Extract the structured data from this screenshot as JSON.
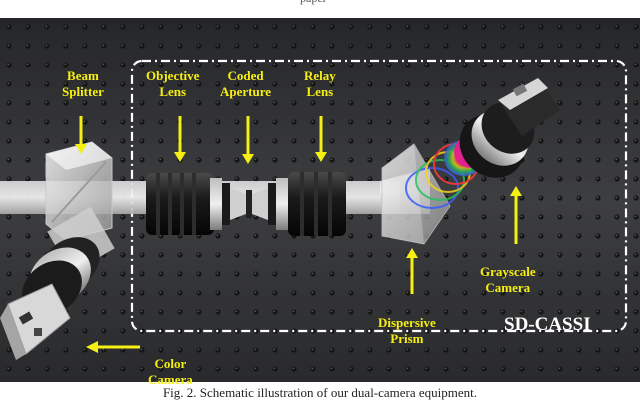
{
  "paper": {
    "header_fragment": "paper",
    "caption": "Fig. 2. Schematic illustration of our dual-camera equipment."
  },
  "labels": {
    "beam_splitter": [
      "Beam",
      "Splitter"
    ],
    "objective_lens": [
      "Objective",
      "Lens"
    ],
    "coded_aperture": [
      "Coded",
      "Aperture"
    ],
    "relay_lens": [
      "Relay",
      "Lens"
    ],
    "grayscale_camera": [
      "Grayscale",
      "Camera"
    ],
    "dispersive_prism": [
      "Dispersive",
      "Prism"
    ],
    "color_camera": [
      "Color",
      "Camera"
    ],
    "system_name": "SD-CASSI"
  },
  "colors": {
    "label": "#f5ef14",
    "table": "#3a3b3d",
    "dash_box": "#ffffff"
  }
}
